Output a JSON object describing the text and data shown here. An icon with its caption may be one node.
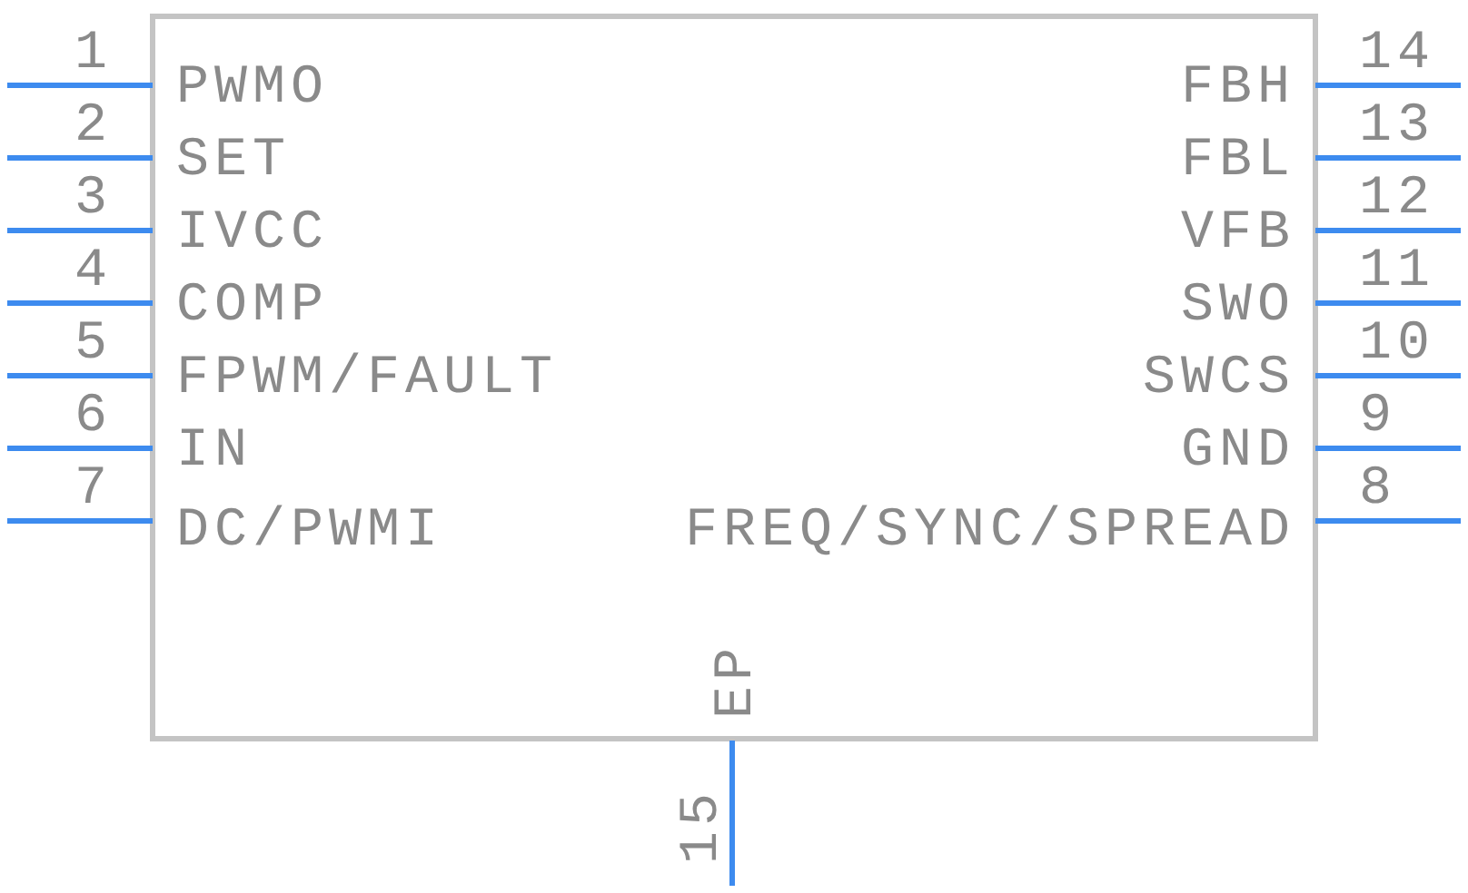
{
  "diagram": {
    "labels": [
      "1",
      "PWMO",
      "FBH",
      "14",
      "2",
      "SET",
      "FBL",
      "13",
      "3",
      "IVCC",
      "VFB",
      "12",
      "4",
      "COMP",
      "SWO",
      "11",
      "5",
      "FPWM/FAULT",
      "SWCS",
      "10",
      "6",
      "IN",
      "GND",
      "9",
      "7",
      "DC/PWMI",
      "FREQ/SYNC/SPREAD",
      "8",
      "EP",
      "15"
    ]
  }
}
